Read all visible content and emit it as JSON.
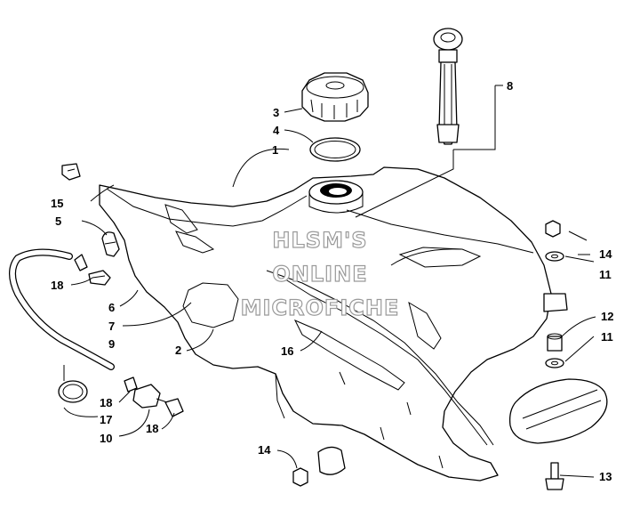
{
  "watermark": {
    "lines": [
      "HLSM'S",
      "ONLINE",
      "MICROFICHE"
    ]
  },
  "callouts": [
    {
      "id": "c1",
      "label": "1"
    },
    {
      "id": "c2",
      "label": "2"
    },
    {
      "id": "c3",
      "label": "3"
    },
    {
      "id": "c4",
      "label": "4"
    },
    {
      "id": "c5",
      "label": "5"
    },
    {
      "id": "c6",
      "label": "6"
    },
    {
      "id": "c7",
      "label": "7"
    },
    {
      "id": "c8",
      "label": "8"
    },
    {
      "id": "c9",
      "label": "9"
    },
    {
      "id": "c10",
      "label": "10"
    },
    {
      "id": "c11a",
      "label": "11"
    },
    {
      "id": "c11b",
      "label": "11"
    },
    {
      "id": "c12",
      "label": "12"
    },
    {
      "id": "c13",
      "label": "13"
    },
    {
      "id": "c14a",
      "label": "14"
    },
    {
      "id": "c14b",
      "label": "14"
    },
    {
      "id": "c15",
      "label": "15"
    },
    {
      "id": "c16",
      "label": "16"
    },
    {
      "id": "c17",
      "label": "17"
    },
    {
      "id": "c18a",
      "label": "18"
    },
    {
      "id": "c18b",
      "label": "18"
    },
    {
      "id": "c18c",
      "label": "18"
    }
  ]
}
